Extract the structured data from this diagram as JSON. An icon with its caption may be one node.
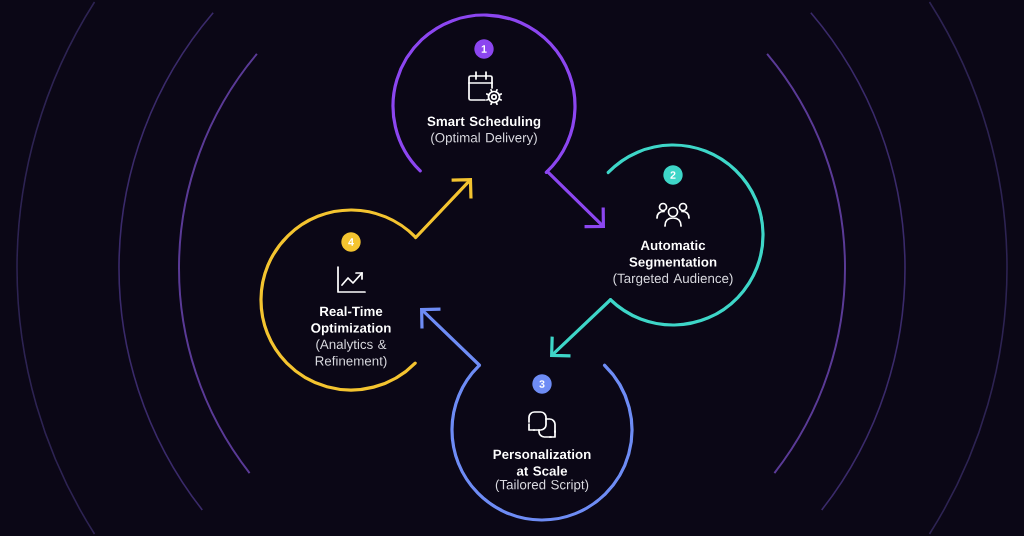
{
  "diagram": {
    "nodes": [
      {
        "text": [
          "1",
          "Smart Scheduling",
          "(Optimal Delivery)"
        ]
      },
      {
        "text": [
          "2",
          "Automatic Segmentation",
          "(Targeted Audience)"
        ]
      },
      {
        "text": [
          "3",
          "Personalization at Scale",
          "(Tailored Script)"
        ]
      },
      {
        "text": [
          "4",
          "Real-Time Optimization",
          "(Analytics & Refinement)"
        ]
      }
    ],
    "edges": [
      {
        "from": 0,
        "to": 1,
        "arrow": "to",
        "color": "#8c46f0"
      },
      {
        "from": 1,
        "to": 2,
        "arrow": "to",
        "color": "#3ed6c8"
      },
      {
        "from": 2,
        "to": 3,
        "arrow": "to",
        "color": "#6e8cf5"
      },
      {
        "from": 3,
        "to": 0,
        "arrow": "to",
        "color": "#f4c430"
      }
    ]
  }
}
